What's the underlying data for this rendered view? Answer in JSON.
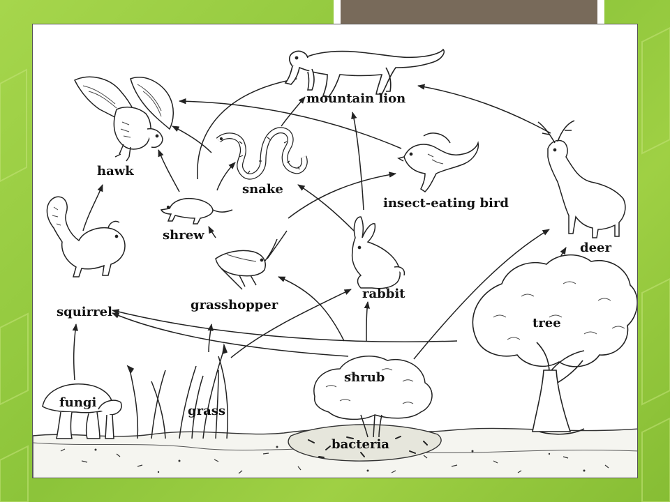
{
  "slide": {
    "background_color": "#9ccf45",
    "accent_color": "#786a5a"
  },
  "food_web": {
    "organisms": {
      "mountain_lion": "mountain lion",
      "hawk": "hawk",
      "snake": "snake",
      "insect_eating_bird": "insect-eating bird",
      "shrew": "shrew",
      "squirrel": "squirrel",
      "grasshopper": "grasshopper",
      "rabbit": "rabbit",
      "deer": "deer",
      "tree": "tree",
      "shrub": "shrub",
      "fungi": "fungi",
      "grass": "grass",
      "bacteria": "bacteria"
    },
    "edges": [
      {
        "from": "squirrel",
        "to": "hawk"
      },
      {
        "from": "shrew",
        "to": "hawk"
      },
      {
        "from": "snake",
        "to": "hawk"
      },
      {
        "from": "insect_eating_bird",
        "to": "hawk"
      },
      {
        "from": "shrew",
        "to": "mountain_lion"
      },
      {
        "from": "snake",
        "to": "mountain_lion"
      },
      {
        "from": "rabbit",
        "to": "mountain_lion"
      },
      {
        "from": "deer",
        "to": "mountain_lion"
      },
      {
        "from": "shrew",
        "to": "snake"
      },
      {
        "from": "rabbit",
        "to": "snake"
      },
      {
        "from": "grasshopper",
        "to": "shrew"
      },
      {
        "from": "grasshopper",
        "to": "insect_eating_bird"
      },
      {
        "from": "fungi",
        "to": "squirrel"
      },
      {
        "from": "grass",
        "to": "grasshopper"
      },
      {
        "from": "shrub",
        "to": "grasshopper"
      },
      {
        "from": "shrub",
        "to": "rabbit"
      },
      {
        "from": "grass",
        "to": "rabbit"
      },
      {
        "from": "shrub",
        "to": "squirrel"
      },
      {
        "from": "tree",
        "to": "squirrel"
      },
      {
        "from": "shrub",
        "to": "deer"
      },
      {
        "from": "tree",
        "to": "deer"
      }
    ]
  }
}
